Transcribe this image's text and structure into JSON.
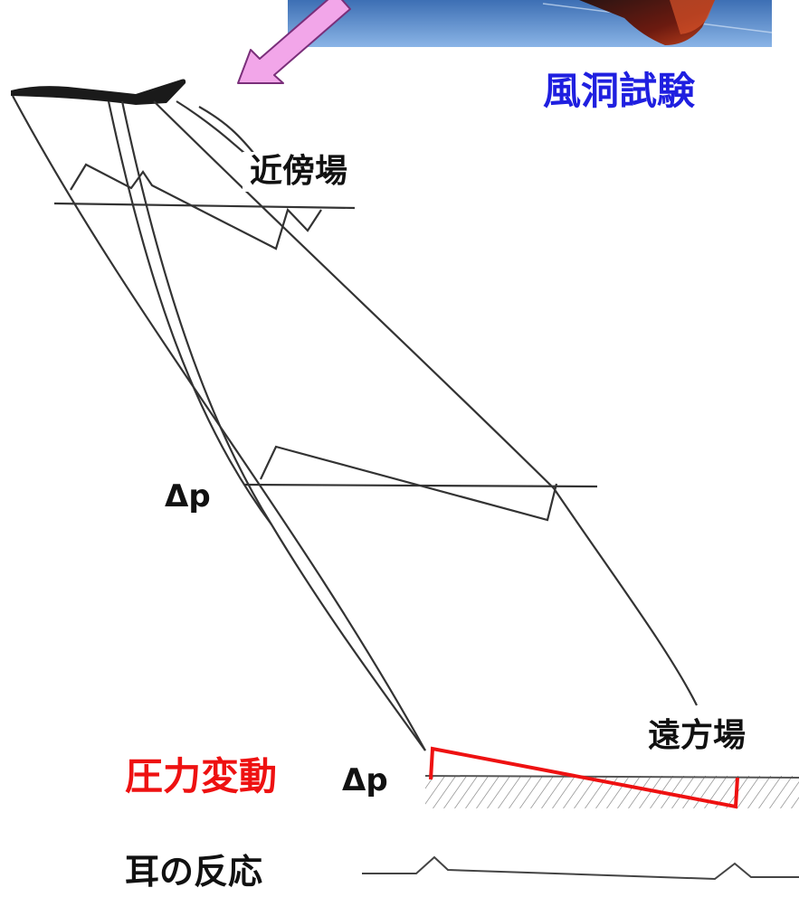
{
  "labels": {
    "wind_tunnel": "風洞試験",
    "near_field": "近傍場",
    "delta_p_upper": "Δp",
    "far_field": "遠方場",
    "pressure_change": "圧力変動",
    "delta_p_lower": "Δp",
    "ear_response": "耳の反応"
  },
  "colors": {
    "wind_tunnel_label": "#1f1fe0",
    "pressure_label": "#ee1111",
    "pressure_signature": "#ee1111",
    "arrow_fill": "#f2a6e9",
    "arrow_stroke": "#7a2f7a",
    "photo_sky": "#5a8fcf"
  },
  "icons": {
    "photo": "wind-tunnel-model-photo",
    "arrow": "pink-arrow-icon",
    "aircraft": "aircraft-silhouette-icon"
  }
}
